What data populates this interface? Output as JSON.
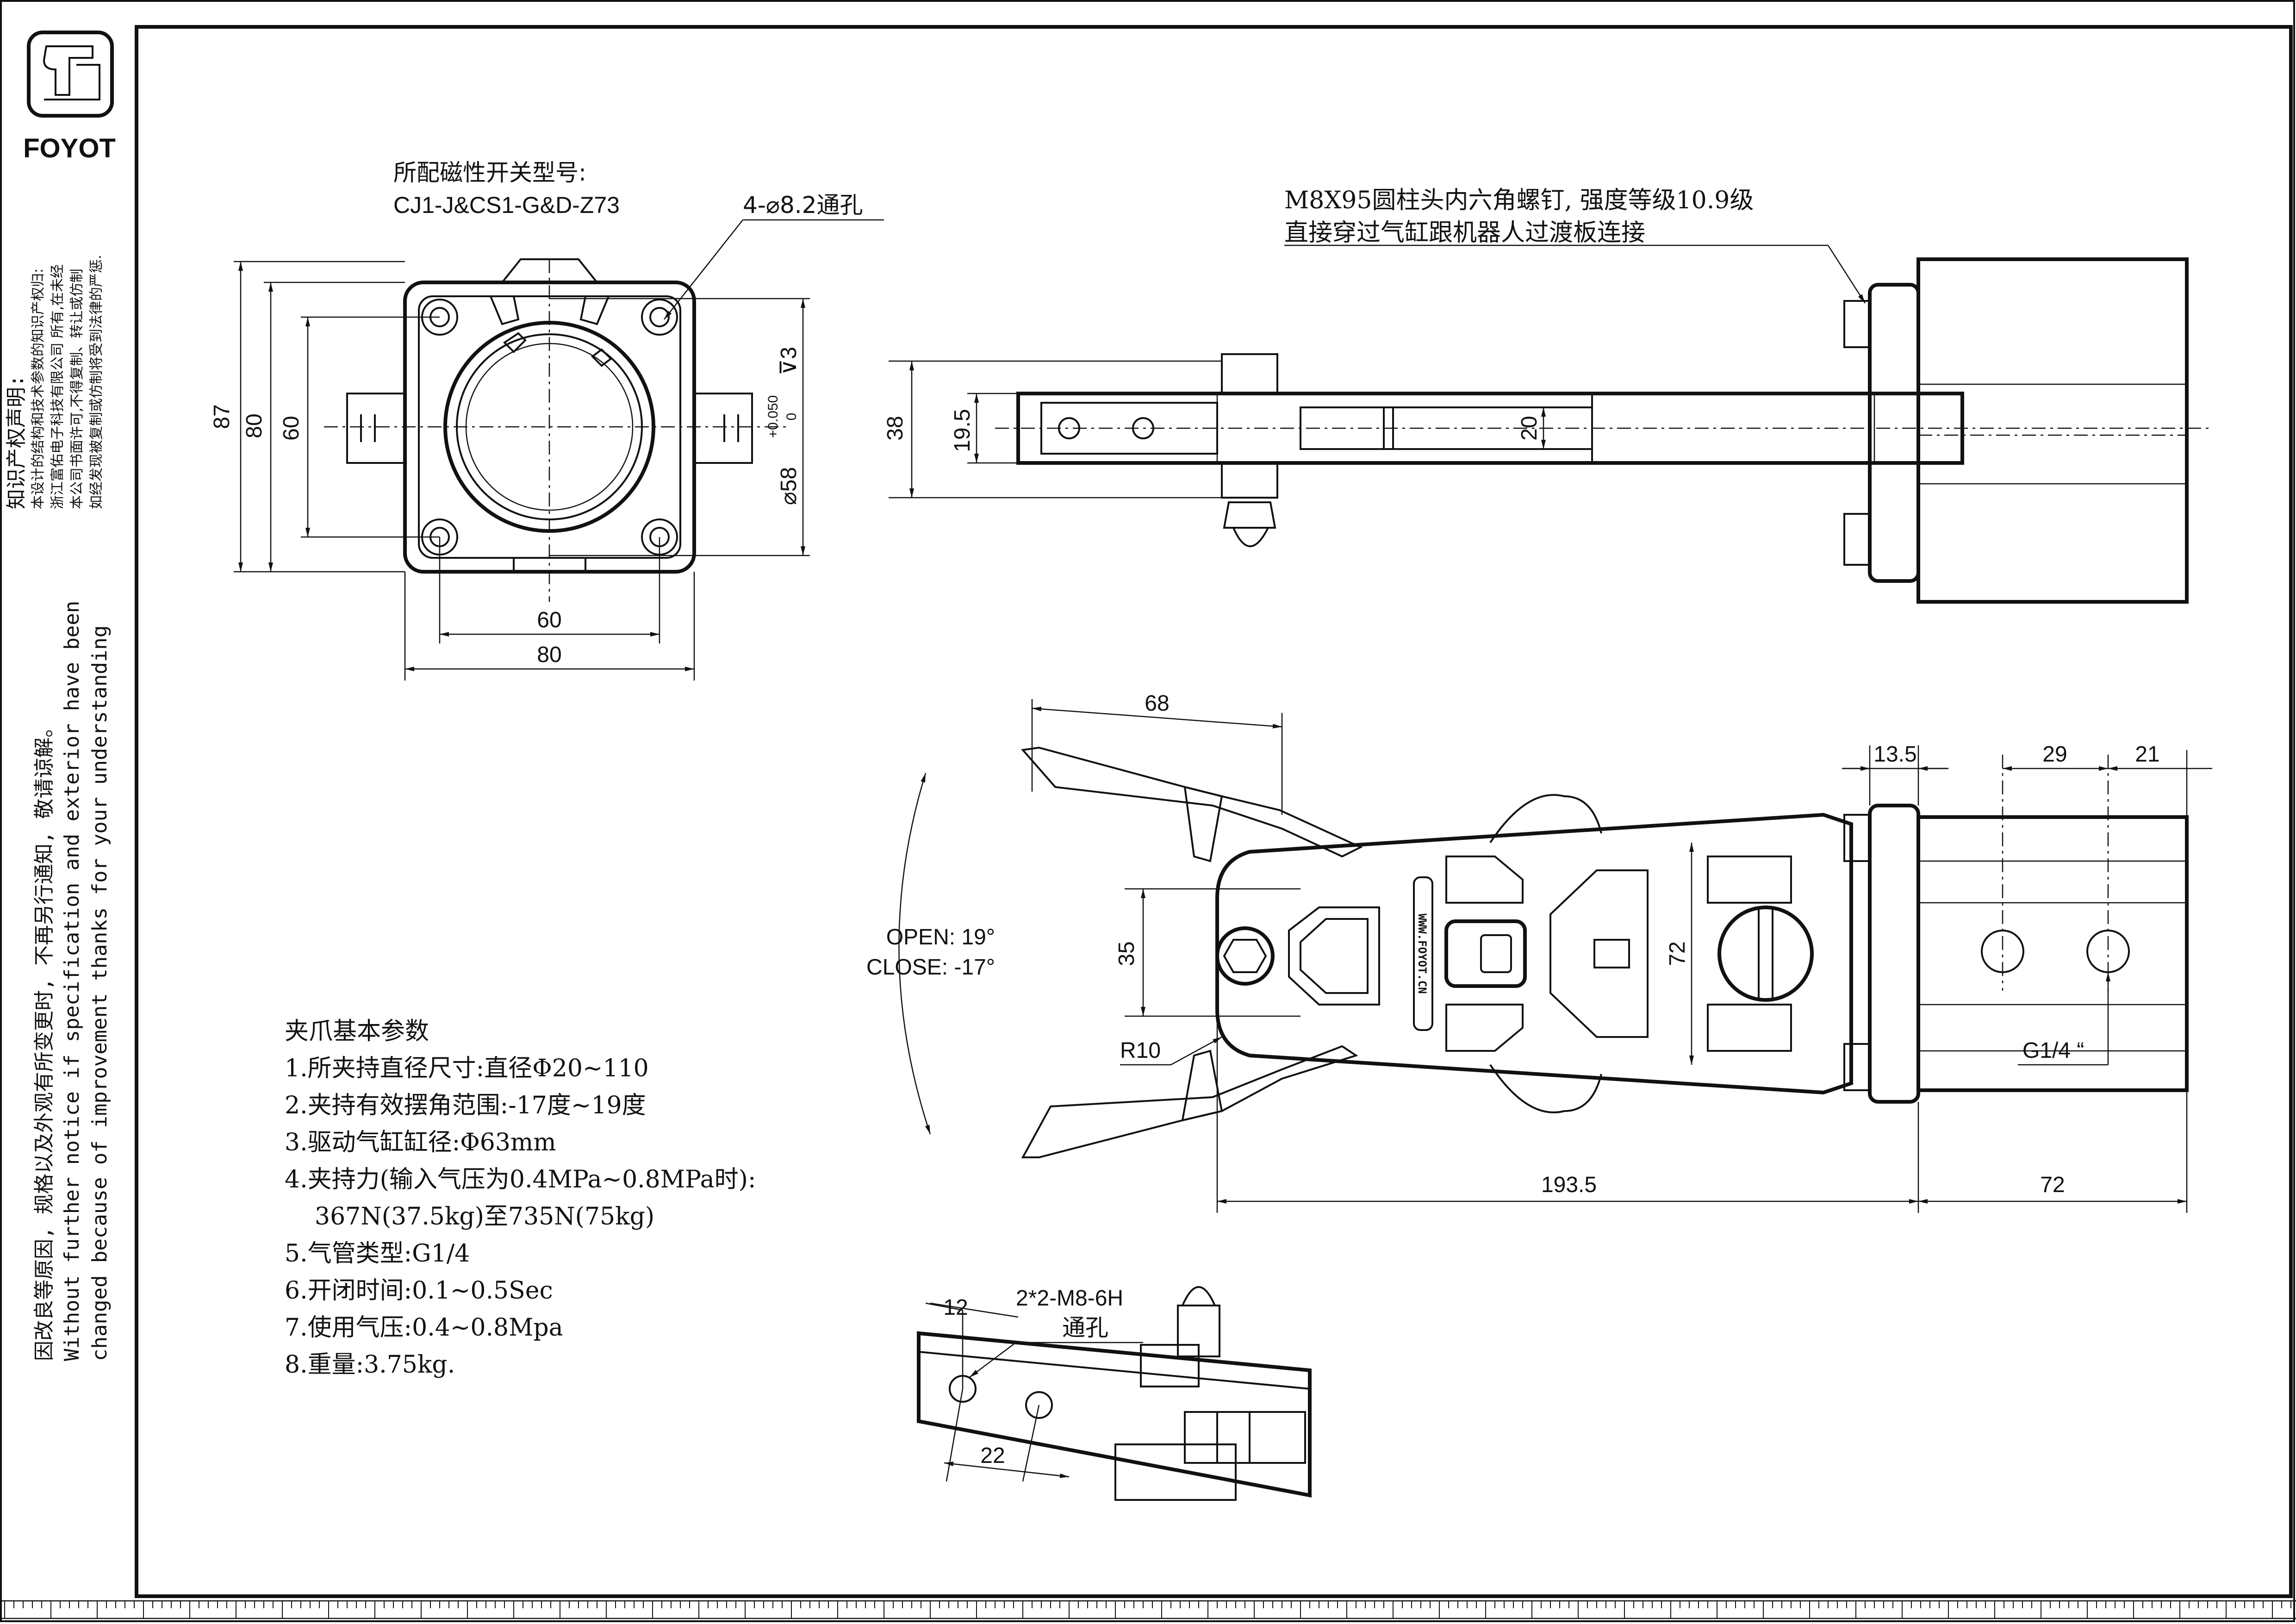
{
  "brand": {
    "name": "FOYOT"
  },
  "ip_statement": [
    "知识产权声明:",
    "本设计的结构和技术参数的知识产权归:",
    "浙江富佑电子科技有限公司 所有,在未经",
    "本公司书面许可,不得复制、转让或仿制",
    "如经发现被复制或仿制将受到法律的严惩."
  ],
  "improvement_notice": [
    "因改良等原因, 规格以及外观有所变更时, 不再另行通知, 敬请谅解。",
    "Without further notice if specification and exterior have been",
    "changed because of improvement thanks for your understanding"
  ],
  "views": {
    "front": {
      "switch_model_label": "所配磁性开关型号:",
      "switch_model": "CJ1-J&CS1-G&D-Z73",
      "hole_note": "4-⌀8.2通孔",
      "dims": {
        "h87": "87",
        "h80": "80",
        "h60": "60",
        "w60": "60",
        "w80": "80",
        "dia58": "⌀58",
        "tol_up": "+0.050",
        "tol_low": "0",
        "depth": "⊽3"
      }
    },
    "top": {
      "screw_note_1": "M8X95圆柱头内六角螺钉, 强度等级10.9级",
      "screw_note_2": "直接穿过气缸跟机器人过渡板连接",
      "dims": {
        "d38": "38",
        "d19_5": "19.5",
        "d20": "20"
      }
    },
    "side": {
      "dims": {
        "d68": "68",
        "d35": "35",
        "d72v": "72",
        "r10": "R10",
        "d13_5": "13.5",
        "d29": "29",
        "d21": "21",
        "d193_5": "193.5",
        "d72": "72",
        "g14": "G1/4 “"
      },
      "open_label": "OPEN: 19°",
      "close_label": "CLOSE: -17°",
      "website": "WWW.FOYOT.CN"
    },
    "detail": {
      "thread_note_1": "2*2-M8-6H",
      "thread_note_2": "通孔",
      "dims": {
        "d12": "12",
        "d22": "22"
      }
    }
  },
  "parameters": {
    "title": "夹爪基本参数",
    "items": [
      "1.所夹持直径尺寸:直径Φ20~110",
      "2.夹持有效摆角范围:-17度~19度",
      "3.驱动气缸缸径:Φ63mm",
      "4.夹持力(输入气压为0.4MPa~0.8MPa时):",
      "367N(37.5kg)至735N(75kg)",
      "5.气管类型:G1/4",
      "6.开闭时间:0.1~0.5Sec",
      "7.使用气压:0.4~0.8Mpa",
      "8.重量:3.75kg."
    ]
  }
}
